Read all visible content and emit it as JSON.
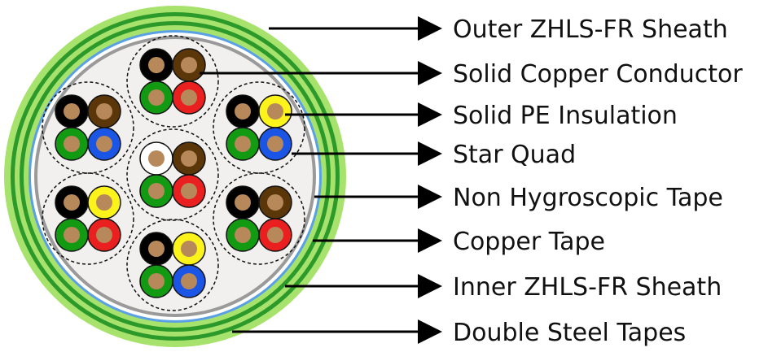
{
  "labels": [
    "Outer ZHLS-FR Sheath",
    "Solid Copper Conductor",
    "Solid PE Insulation",
    "Star Quad",
    "Non Hygroscopic Tape",
    "Copper Tape",
    "Inner ZHLS-FR Sheath",
    "Double Steel Tapes"
  ],
  "colors": {
    "outer_sheath_light": "#a6e26c",
    "outer_sheath_dark": "#2b9a2b",
    "copper_tape": "#5aa0e6",
    "inner_fill": "#f1f0ee",
    "non_hygroscopic_tape": "#9a9a9a",
    "conductor": "#b7885a",
    "black_insulation": "#000000",
    "brown_insulation": "#5b3609",
    "green_insulation": "#139a13",
    "red_insulation": "#ea1f1f",
    "yellow_insulation": "#fbf31a",
    "blue_insulation": "#1a55e6",
    "white_insulation": "#ffffff"
  },
  "quads": [
    [
      "black",
      "brown",
      "green",
      "red"
    ],
    [
      "black",
      "brown",
      "green",
      "blue"
    ],
    [
      "black",
      "yellow",
      "green",
      "blue"
    ],
    [
      "white",
      "brown",
      "green",
      "red"
    ],
    [
      "black",
      "yellow",
      "green",
      "red"
    ],
    [
      "black",
      "brown",
      "green",
      "red"
    ],
    [
      "black",
      "yellow",
      "green",
      "blue"
    ]
  ]
}
